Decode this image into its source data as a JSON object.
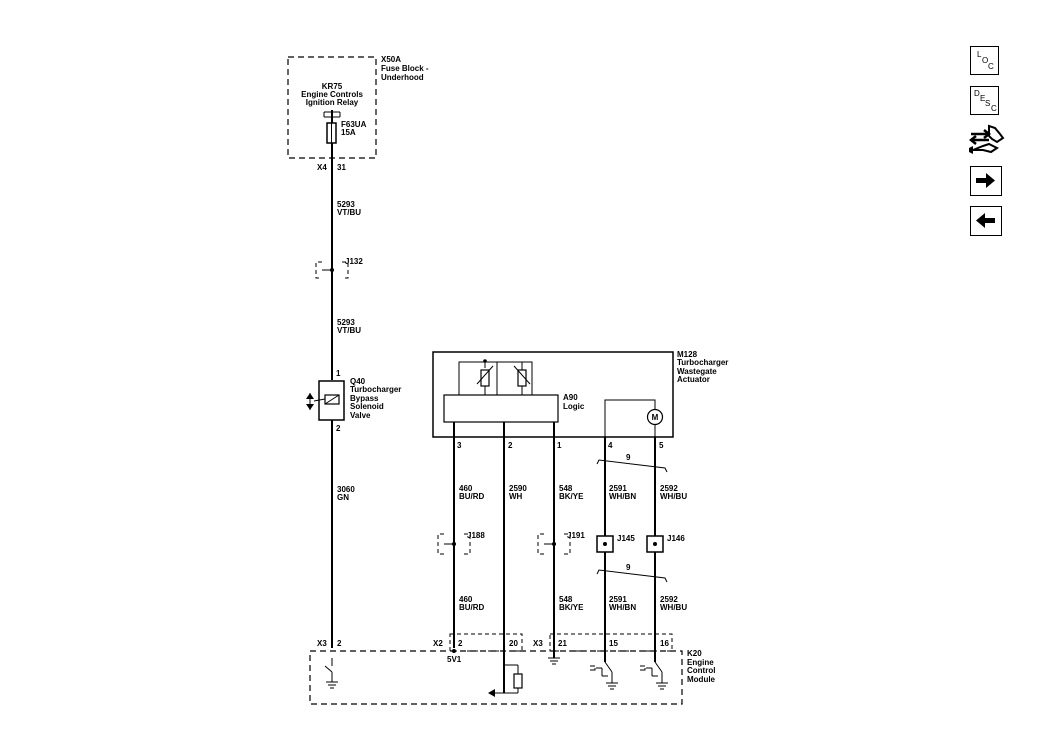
{
  "fuse_block": {
    "id": "X50A",
    "name_line1": "Fuse Block -",
    "name_line2": "Underhood"
  },
  "relay": {
    "id": "KR75",
    "name_line1": "Engine Controls",
    "name_line2": "Ignition Relay"
  },
  "fuse": {
    "id": "F63UA",
    "rating": "15A"
  },
  "fuse_connector": {
    "conn": "X4",
    "pin": "31"
  },
  "wire_5293_a": {
    "circuit": "5293",
    "color": "VT/BU"
  },
  "splice_j132": "J132",
  "wire_5293_b": {
    "circuit": "5293",
    "color": "VT/BU"
  },
  "bypass_valve": {
    "pin_top": "1",
    "pin_bottom": "2",
    "id": "Q40",
    "line1": "Turbocharger",
    "line2": "Bypass",
    "line3": "Solenoid",
    "line4": "Valve"
  },
  "wire_3060": {
    "circuit": "3060",
    "color": "GN"
  },
  "actuator": {
    "id": "M128",
    "line1": "Turbocharger",
    "line2": "Wastegate",
    "line3": "Actuator",
    "motor": "M"
  },
  "logic": {
    "id": "A90",
    "name": "Logic"
  },
  "actuator_pins": [
    "3",
    "2",
    "1",
    "4",
    "5"
  ],
  "twist_count_top": "9",
  "twist_count_bottom": "9",
  "wires_top": [
    {
      "circuit": "460",
      "color": "BU/RD"
    },
    {
      "circuit": "2590",
      "color": "WH"
    },
    {
      "circuit": "548",
      "color": "BK/YE"
    },
    {
      "circuit": "2591",
      "color": "WH/BN"
    },
    {
      "circuit": "2592",
      "color": "WH/BU"
    }
  ],
  "splices": [
    "J188",
    "J191",
    "J145",
    "J146"
  ],
  "wires_bottom": [
    {
      "circuit": "460",
      "color": "BU/RD"
    },
    {
      "circuit": "548",
      "color": "BK/YE"
    },
    {
      "circuit": "2591",
      "color": "WH/BN"
    },
    {
      "circuit": "2592",
      "color": "WH/BU"
    }
  ],
  "ecm_connectors": {
    "x3a_conn": "X3",
    "x3a_pin": "2",
    "x2_conn": "X2",
    "x2_pin_a": "2",
    "x2_pin_b": "20",
    "x3b_conn": "X3",
    "x3b_pin_a": "21",
    "x3b_pin_b": "15",
    "x3b_pin_c": "16",
    "ref_5v": "5V1"
  },
  "ecm": {
    "id": "K20",
    "line1": "Engine",
    "line2": "Control",
    "line3": "Module"
  },
  "nav": {
    "loc": [
      "L",
      "O",
      "C"
    ],
    "desc": [
      "D",
      "E",
      "S",
      "C"
    ]
  }
}
